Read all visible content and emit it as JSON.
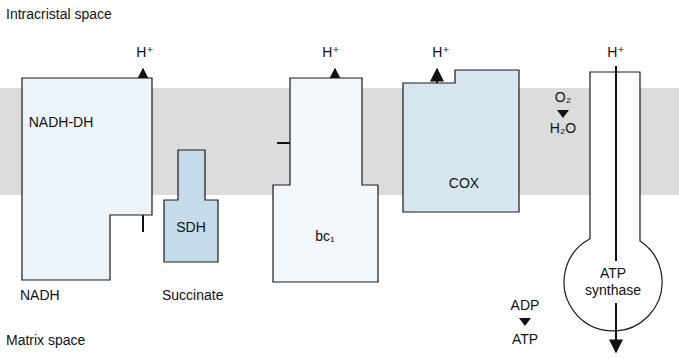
{
  "diagram": {
    "nodes": [
      {
        "text": [
          "NADH-DH"
        ]
      },
      {
        "text": [
          "SDH"
        ]
      },
      {
        "text": [
          "bc₁"
        ]
      },
      {
        "text": [
          "COX"
        ]
      },
      {
        "text": [
          "ATP synthase"
        ]
      }
    ],
    "labels": [
      "Intracristal space",
      "H⁺",
      "H⁺",
      "H⁺",
      "H⁺",
      "O₂",
      "H₂O",
      "NADH",
      "Succinate",
      "ADP",
      "ATP",
      "Matrix space"
    ]
  }
}
